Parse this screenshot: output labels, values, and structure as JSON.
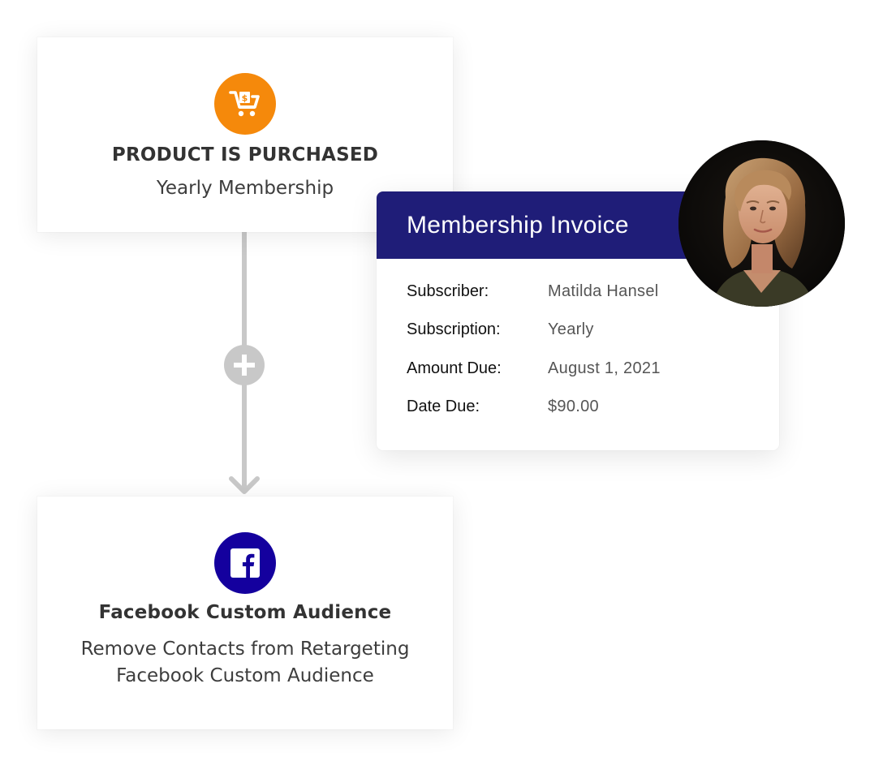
{
  "trigger": {
    "title": "PRODUCT IS PURCHASED",
    "subtitle": "Yearly Membership",
    "icon": "shopping-cart-dollar-icon",
    "icon_color": "#f5890b"
  },
  "action": {
    "title": "Facebook Custom Audience",
    "subtitle_line1": "Remove Contacts from Retargeting",
    "subtitle_line2": "Facebook Custom Audience",
    "icon": "facebook-icon",
    "icon_color": "#14009e"
  },
  "connector": {
    "add_icon": "plus-circle-icon",
    "arrow_icon": "arrow-down-icon",
    "color": "#c8c8c8"
  },
  "invoice": {
    "title": "Membership Invoice",
    "header_color": "#1f1d78",
    "rows": [
      {
        "label": "Subscriber:",
        "value": "Matilda Hansel"
      },
      {
        "label": "Subscription:",
        "value": "Yearly"
      },
      {
        "label": "Amount Due:",
        "value": "August 1, 2021"
      },
      {
        "label": "Date Due:",
        "value": "$90.00"
      }
    ]
  },
  "avatar": {
    "icon": "profile-photo"
  }
}
